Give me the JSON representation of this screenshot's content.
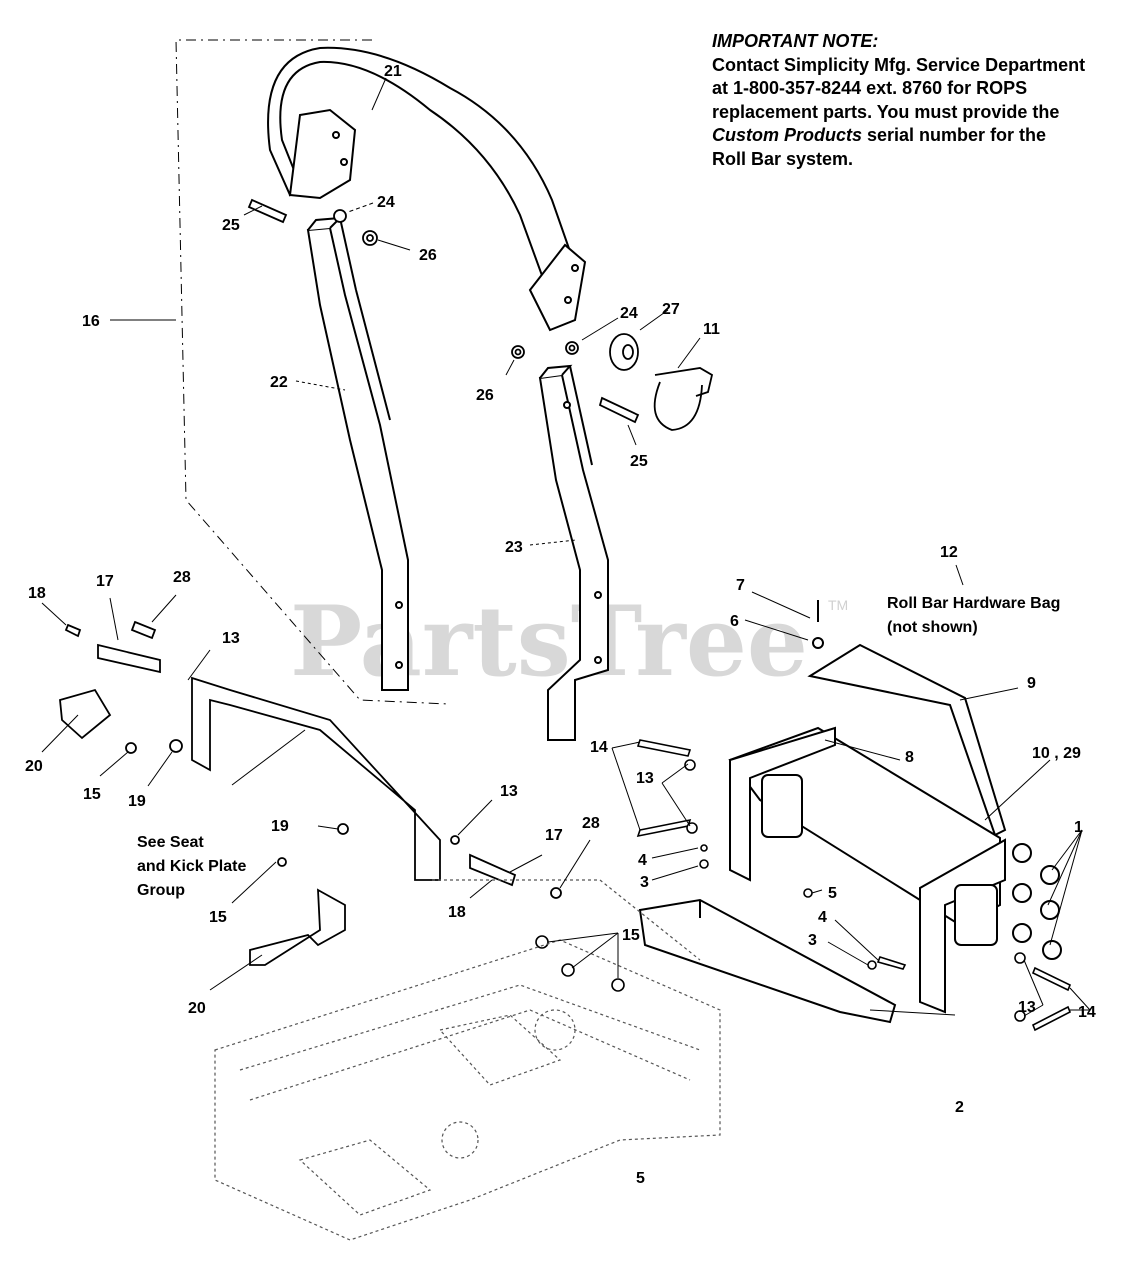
{
  "note": {
    "heading": "IMPORTANT NOTE:",
    "line1": "Contact Simplicity Mfg. Service Department",
    "line2": "at 1-800-357-8244 ext. 8760 for ROPS",
    "line3": "replacement parts.  You must provide the",
    "line4_italic": "Custom Products",
    "line4_rest": " serial number for the",
    "line5": "Roll Bar system."
  },
  "callouts": {
    "c21": "21",
    "c24a": "24",
    "c25a": "25",
    "c26a": "26",
    "c16": "16",
    "c22": "22",
    "c24b": "24",
    "c27": "27",
    "c11": "11",
    "c26b": "26",
    "c25b": "25",
    "c23": "23",
    "c12": "12",
    "c7": "7",
    "c6": "6",
    "c9": "9",
    "c8": "8",
    "c10_29": "10 , 29",
    "c18a": "18",
    "c17a": "17",
    "c28a": "28",
    "c13a": "13",
    "c20a": "20",
    "c15a": "15",
    "c19a": "19",
    "c19b": "19",
    "c15b": "15",
    "c14a": "14",
    "c13b": "13",
    "c13c": "13",
    "c17b": "17",
    "c28b": "28",
    "c18b": "18",
    "c4a": "4",
    "c3a": "3",
    "c5a": "5",
    "c4b": "4",
    "c3b": "3",
    "c1": "1",
    "c15c": "15",
    "c20b": "20",
    "c13d": "13",
    "c14b": "14",
    "c2": "2",
    "c5b": "5"
  },
  "texts": {
    "hardware_bag_1": "Roll Bar Hardware Bag",
    "hardware_bag_2": "(not shown)",
    "see_seat_1": "See Seat",
    "see_seat_2": "and Kick Plate",
    "see_seat_3": "Group"
  },
  "watermark": {
    "brand": "PartsTree",
    "tm": "TM"
  }
}
